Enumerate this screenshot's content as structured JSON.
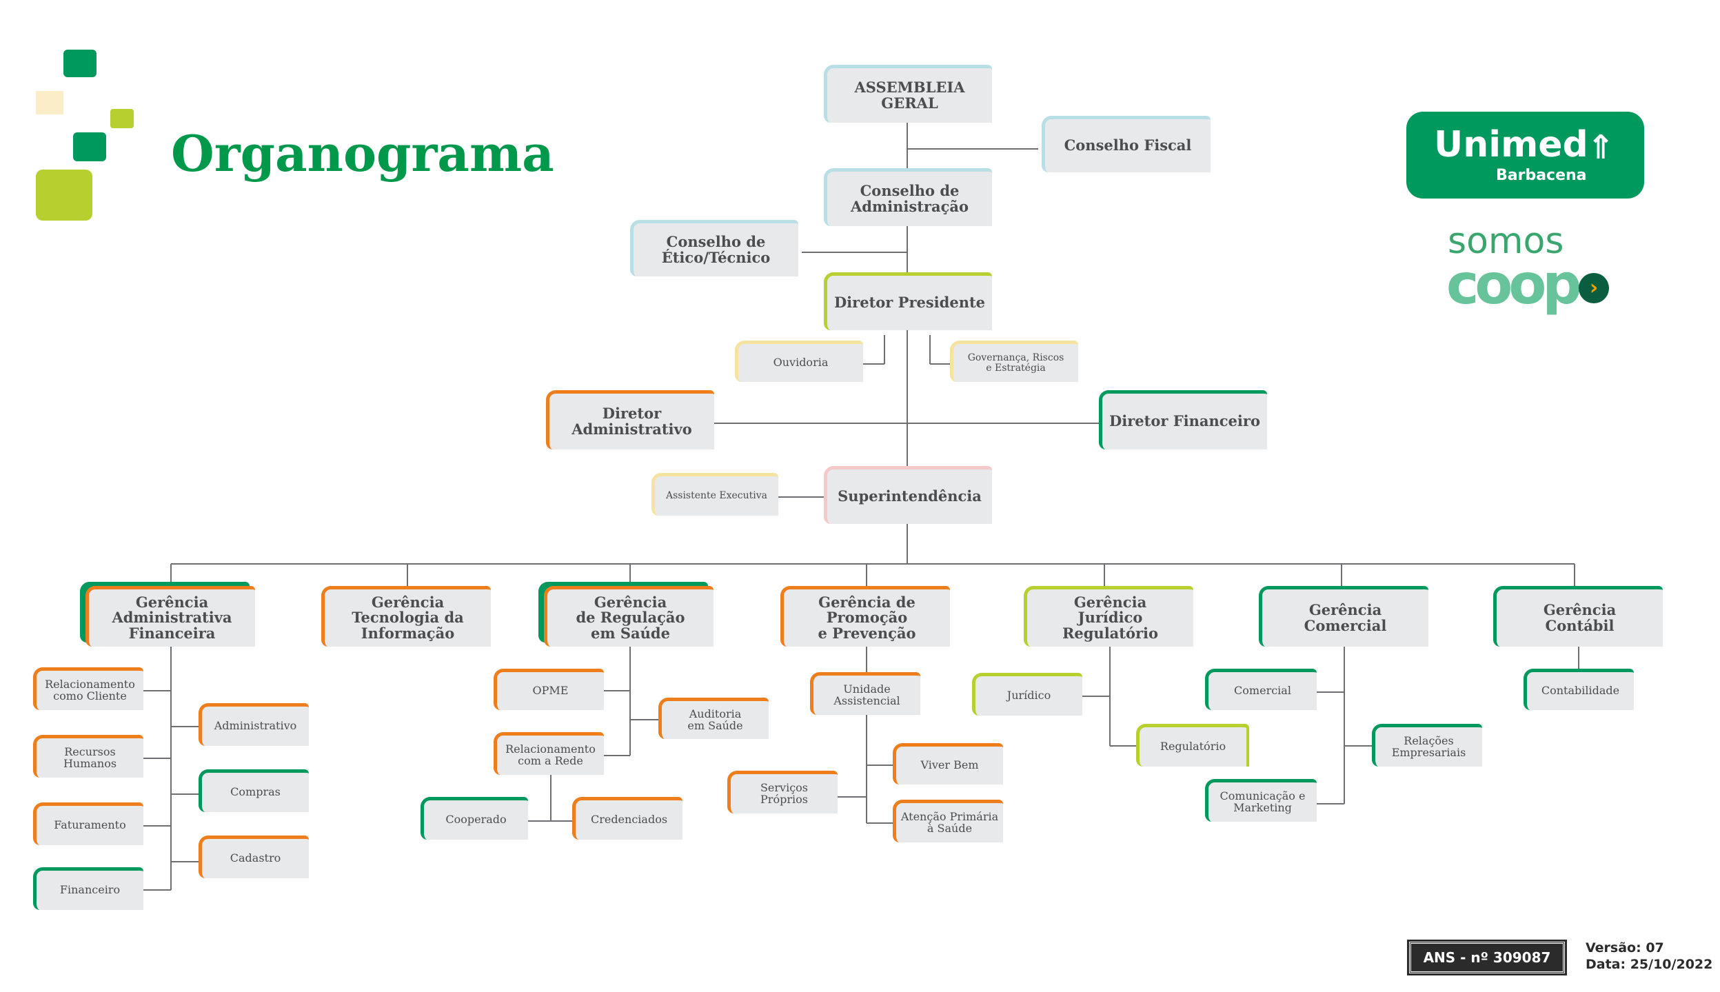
{
  "title": "Organograma",
  "brand": {
    "name": "Unimed",
    "city": "Barbacena",
    "tagline_top": "somos",
    "tagline_bottom": "coop"
  },
  "colors": {
    "light_blue": "#b9dfe6",
    "lime": "#b7cf2f",
    "yellow": "#f6e3a1",
    "pink": "#f4c9c7",
    "orange": "#ee7d1b",
    "green": "#00995d"
  },
  "footer": {
    "ans": "ANS - nº 309087",
    "version": "Versão: 07",
    "date": "Data: 25/10/2022"
  },
  "nodes": {
    "assembleia": "ASSEMBLEIA GERAL",
    "conselho_fiscal": "Conselho Fiscal",
    "conselho_adm": "Conselho de\nAdministração",
    "conselho_etico": "Conselho de\nÉtico/Técnico",
    "diretor_presidente": "Diretor Presidente",
    "ouvidoria": "Ouvidoria",
    "governanca": "Governança, Riscos\ne Estratégia",
    "diretor_adm": "Diretor Administrativo",
    "diretor_fin": "Diretor Financeiro",
    "assistente": "Assistente Executiva",
    "superintendencia": "Superintendência",
    "g_adm_fin": "Gerência\nAdministrativa\nFinanceira",
    "g_ti": "Gerência\nTecnologia da\nInformação",
    "g_regulacao": "Gerência\nde Regulação\nem Saúde",
    "g_promocao": "Gerência de\nPromoção\ne Prevenção",
    "g_juridico": "Gerência\nJurídico\nRegulatório",
    "g_comercial": "Gerência\nComercial",
    "g_contabil": "Gerência\nContábil",
    "rel_cliente": "Relacionamento\ncomo Cliente",
    "rh": "Recursos\nHumanos",
    "faturamento": "Faturamento",
    "financeiro": "Financeiro",
    "administrativo": "Administrativo",
    "compras": "Compras",
    "cadastro": "Cadastro",
    "opme": "OPME",
    "auditoria": "Auditoria\nem Saúde",
    "rel_rede": "Relacionamento\ncom a Rede",
    "cooperado": "Cooperado",
    "credenciados": "Credenciados",
    "unidade": "Unidade\nAssistencial",
    "viver_bem": "Viver Bem",
    "servicos": "Serviços\nPróprios",
    "atencao": "Atenção Primária\nà Saúde",
    "juridico": "Jurídico",
    "regulatorio": "Regulatório",
    "comercial": "Comercial",
    "relacoes": "Relações\nEmpresariais",
    "comunicacao": "Comunicação e\nMarketing",
    "contabilidade": "Contabilidade"
  }
}
